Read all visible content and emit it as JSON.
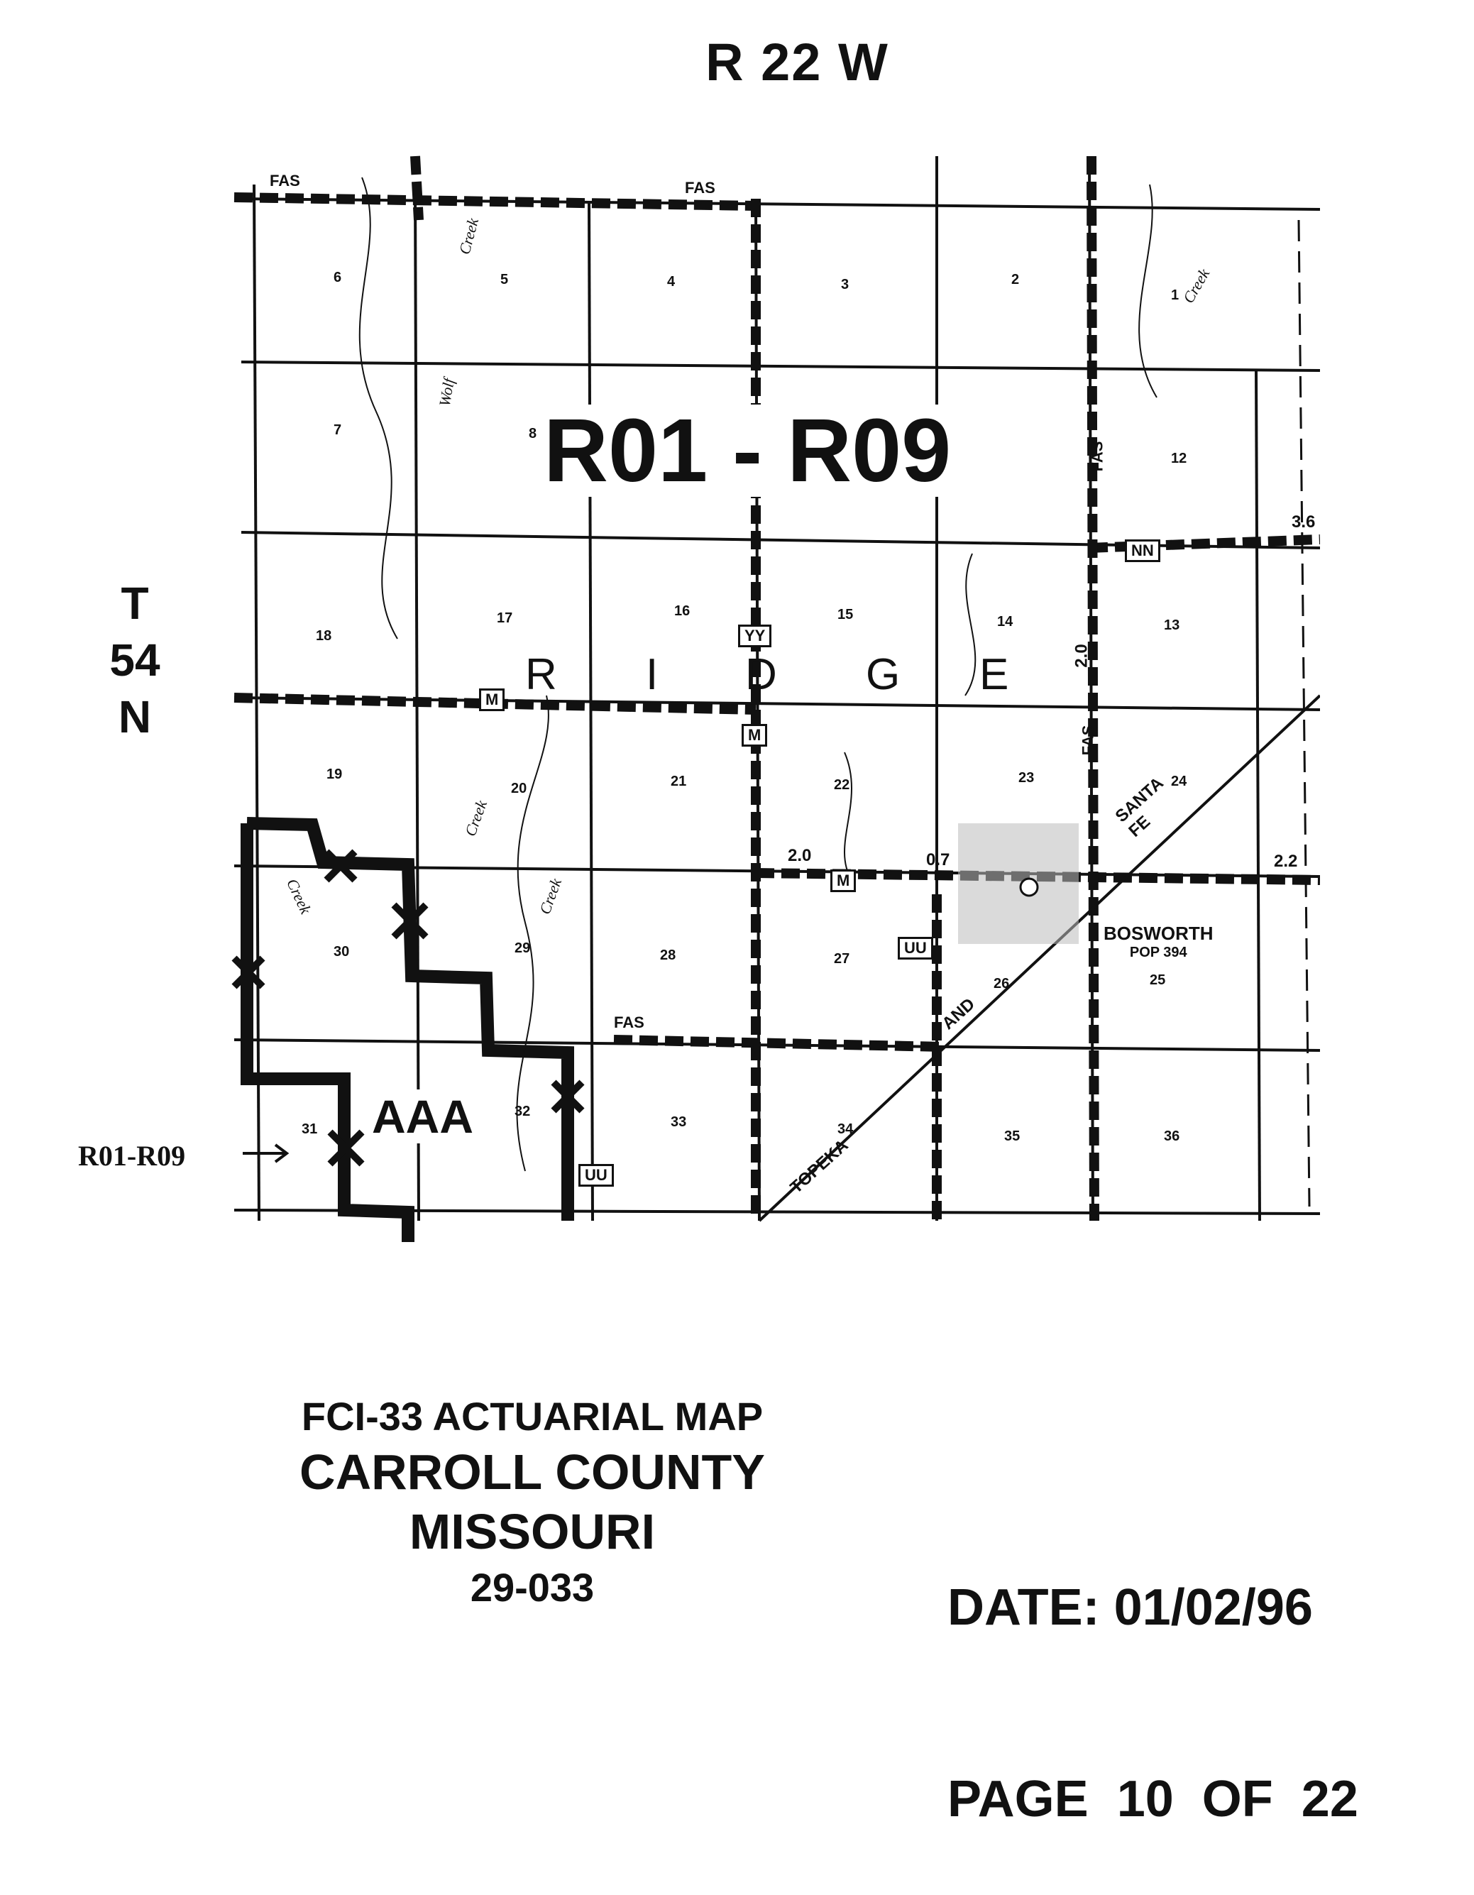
{
  "header": {
    "range_label": "R 22 W"
  },
  "township": {
    "line1": "T",
    "line2": "54",
    "line3": "N"
  },
  "rate_zone": {
    "main_label": "R01 - R09",
    "pointer_label": "R01-R09",
    "area_label": "AAA"
  },
  "map": {
    "place_name": "BOSWORTH",
    "population": "POP 394",
    "word_ridge": [
      "R",
      "I",
      "D",
      "G",
      "E"
    ],
    "sections": [
      "6",
      "5",
      "4",
      "3",
      "2",
      "1",
      "7",
      "8",
      "12",
      "18",
      "17",
      "16",
      "15",
      "14",
      "13",
      "19",
      "20",
      "21",
      "22",
      "23",
      "24",
      "30",
      "29",
      "28",
      "27",
      "26",
      "25",
      "31",
      "32",
      "33",
      "34",
      "35",
      "36"
    ],
    "route_labels": [
      "M",
      "M",
      "M",
      "YY",
      "UU",
      "UU",
      "NN",
      "FAS",
      "FAS",
      "FAS",
      "FAS",
      "FAS"
    ],
    "creek_labels": [
      "Creek",
      "Creek",
      "Creek",
      "Creek",
      "Creek",
      "Wolf"
    ],
    "railroad_text": [
      "SANTA FE",
      "TOPEKA",
      "AND"
    ],
    "distances": [
      "2.0",
      "0.7",
      "2.2",
      "3.6",
      "2.0"
    ]
  },
  "footer": {
    "title": "FCI-33 ACTUARIAL MAP",
    "county": "CARROLL COUNTY",
    "state": "MISSOURI",
    "code": "29-033",
    "date": "DATE: 01/02/96",
    "page": "PAGE  10  OF  22"
  }
}
